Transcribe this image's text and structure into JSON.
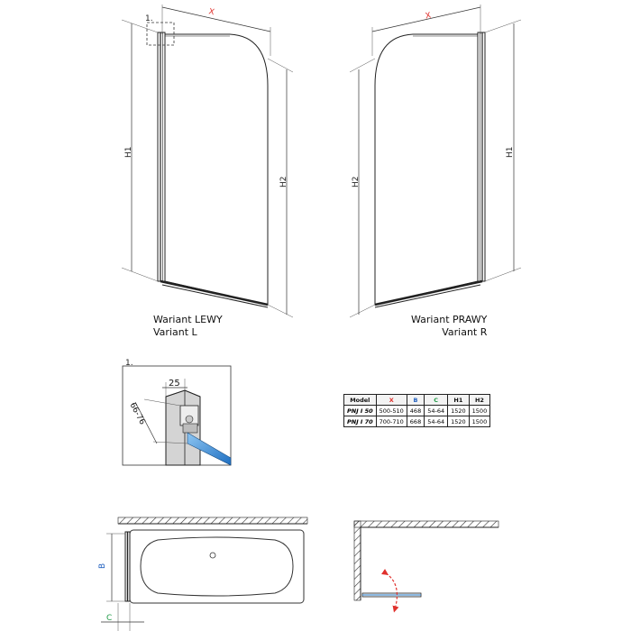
{
  "variant_left": {
    "title_pl": "Wariant LEWY",
    "title_en": "Variant L"
  },
  "variant_right": {
    "title_pl": "Wariant PRAWY",
    "title_en": "Variant R"
  },
  "dimension_labels": {
    "x": "X",
    "h1": "H1",
    "h2": "H2",
    "b": "B",
    "c": "C",
    "detail_marker": "1.",
    "profile_width": "25",
    "profile_range": "66-76"
  },
  "colors": {
    "x_label": "#e0312d",
    "c_label": "#1f9a46",
    "b_label": "#1f5fbf",
    "glass": "#2f86d6",
    "rotation_arrow": "#e0312d",
    "line": "#222222"
  },
  "table": {
    "headers": [
      "Model",
      "X",
      "B",
      "C",
      "H1",
      "H2"
    ],
    "header_colors": [
      "#111111",
      "#e0312d",
      "#1f5fbf",
      "#1f9a46",
      "#111111",
      "#111111"
    ],
    "rows": [
      [
        "PNJ I 50",
        "500-510",
        "468",
        "54-64",
        "1520",
        "1500"
      ],
      [
        "PNJ I 70",
        "700-710",
        "668",
        "54-64",
        "1520",
        "1500"
      ]
    ]
  }
}
